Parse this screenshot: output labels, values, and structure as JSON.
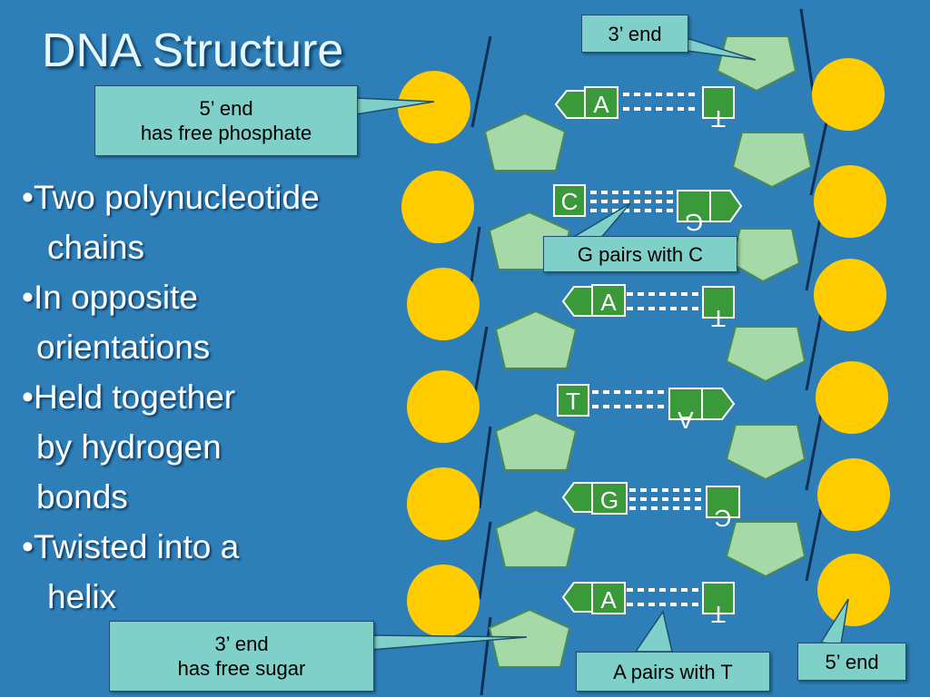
{
  "title": "DNA Structure",
  "bullets": [
    {
      "bullet": "•",
      "lines": [
        "Two polynucleotide",
        "chains"
      ]
    },
    {
      "bullet": "•",
      "lines": [
        "In opposite",
        "orientations"
      ]
    },
    {
      "bullet": "•",
      "lines": [
        "Held together",
        "by hydrogen",
        "bonds"
      ]
    },
    {
      "bullet": "•",
      "lines": [
        "Twisted into a",
        "helix"
      ]
    }
  ],
  "callouts": {
    "top_right_3end": "3’ end",
    "top_left_5end_line1": "5’ end",
    "top_left_5end_line2": "has free phosphate",
    "g_pairs_c": "G pairs with C",
    "bottom_left_3end_line1": "3’ end",
    "bottom_left_3end_line2": "has free sugar",
    "a_pairs_t": "A pairs with T",
    "bottom_right_5end": "5’ end"
  },
  "base_pairs": [
    {
      "left": "A",
      "right": "T"
    },
    {
      "left": "C",
      "right": "G"
    },
    {
      "left": "A",
      "right": "T"
    },
    {
      "left": "T",
      "right": "A"
    },
    {
      "left": "G",
      "right": "C"
    },
    {
      "left": "A",
      "right": "T"
    }
  ],
  "colors": {
    "background": "#2e7fb8",
    "phosphate": "#ffcc00",
    "sugar": "#a6d9a8",
    "base": "#3a9a3a",
    "callout": "#7fd0c8"
  }
}
